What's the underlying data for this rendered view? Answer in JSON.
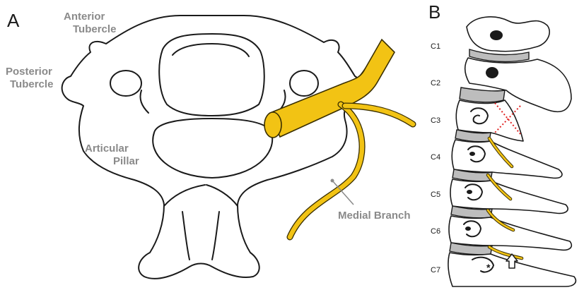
{
  "panel_a": {
    "letter": "A",
    "labels": {
      "anterior_tubercle_line1": "Anterior",
      "anterior_tubercle_line2": "Tubercle",
      "posterior_tubercle_line1": "Posterior",
      "posterior_tubercle_line2": "Tubercle",
      "articular_pillar_line1": "Articular",
      "articular_pillar_line2": "Pillar",
      "medial_branch": "Medial Branch"
    }
  },
  "panel_b": {
    "letter": "B",
    "levels": [
      "C1",
      "C2",
      "C3",
      "C4",
      "C5",
      "C6",
      "C7"
    ],
    "asterisk": "*"
  },
  "colors": {
    "nerve": "#f2c314",
    "label_grey": "#8a8a8a",
    "disc_grey": "#bdbdbd",
    "target_marker": "#e02020"
  },
  "icons": {
    "arrow": "up-arrow-outline"
  }
}
